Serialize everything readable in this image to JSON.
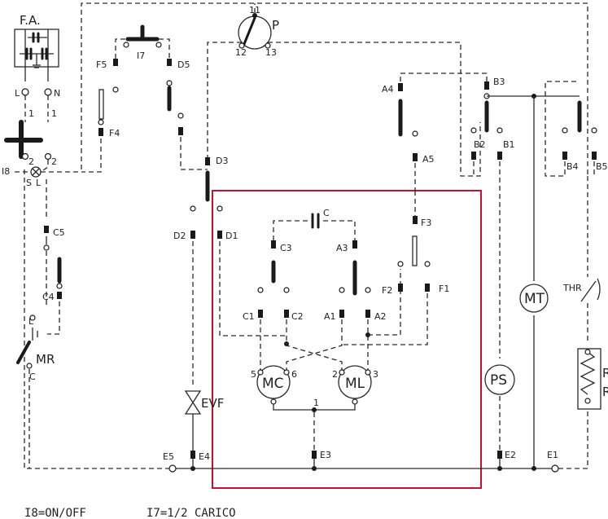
{
  "labels": {
    "fa": "F.A.",
    "L": "L",
    "N": "N",
    "i18": "I8",
    "one_l": "1",
    "one_r": "1",
    "two_l": "2",
    "two_r": "2",
    "s": "S",
    "l_small": "L",
    "f5": "F5",
    "i7": "I7",
    "d5": "D5",
    "f4": "F4",
    "p": "P",
    "p11": "11",
    "p12": "12",
    "p13": "13",
    "a4": "A4",
    "a5": "A5",
    "b3": "B3",
    "b2": "B2",
    "b1": "B1",
    "b4": "B4",
    "b5": "B5",
    "d3": "D3",
    "d2": "D2",
    "d1": "D1",
    "c5": "C5",
    "c4": "C4",
    "mr": "MR",
    "mr_l": "L",
    "mr_c": "C",
    "cap_c": "C",
    "c3": "C3",
    "a3": "A3",
    "f3": "F3",
    "f2": "F2",
    "f1": "F1",
    "c1": "C1",
    "c2": "C2",
    "a1": "A1",
    "a2": "A2",
    "mc": "MC",
    "ml": "ML",
    "mc5": "5",
    "mc6": "6",
    "ml2": "2",
    "ml3": "3",
    "n1": "1",
    "evf": "EVF",
    "ps": "PS",
    "mt": "MT",
    "thr": "THR",
    "r1": "R",
    "r2": "R",
    "e5": "E5",
    "e4": "E4",
    "e3": "E3",
    "e2": "E2",
    "e1": "E1"
  },
  "legend": {
    "left": "I8=ON/OFF",
    "right": "I7=1/2 CARICO"
  },
  "colors": {
    "wire": "#2a2a2a",
    "highlight": "#c8102e"
  }
}
